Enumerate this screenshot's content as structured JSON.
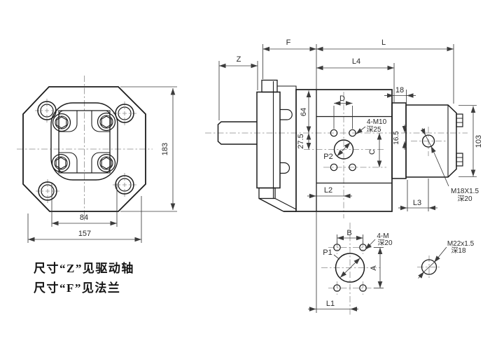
{
  "front_view": {
    "dim_height": "183",
    "dim_body_width": "84",
    "dim_flange_width": "157"
  },
  "side_view": {
    "dim_z": "Z",
    "dim_f": "F",
    "dim_l": "L",
    "dim_l4": "L4",
    "dim_18": "18",
    "dim_64": "64",
    "dim_27_5": "27.5",
    "dim_d": "D",
    "dim_c": "C",
    "dim_16_5": "16.5",
    "dim_103": "103",
    "dim_l2": "L2",
    "dim_l3": "L3",
    "port_p2": "P2",
    "mount_thread": "4-M10",
    "mount_thread_depth": "深25",
    "rear_port_thread": "M18X1.5",
    "rear_port_depth": "深20"
  },
  "bottom_view": {
    "dim_b": "B",
    "dim_a": "A",
    "dim_l1": "L1",
    "port_p1": "P1",
    "mount_thread": "4-M",
    "mount_thread_depth": "深20",
    "drain_thread": "M22x1.5",
    "drain_depth": "深18"
  },
  "notes": {
    "line1": "尺寸“Z”见驱动轴",
    "line2": "尺寸“F”见法兰"
  }
}
